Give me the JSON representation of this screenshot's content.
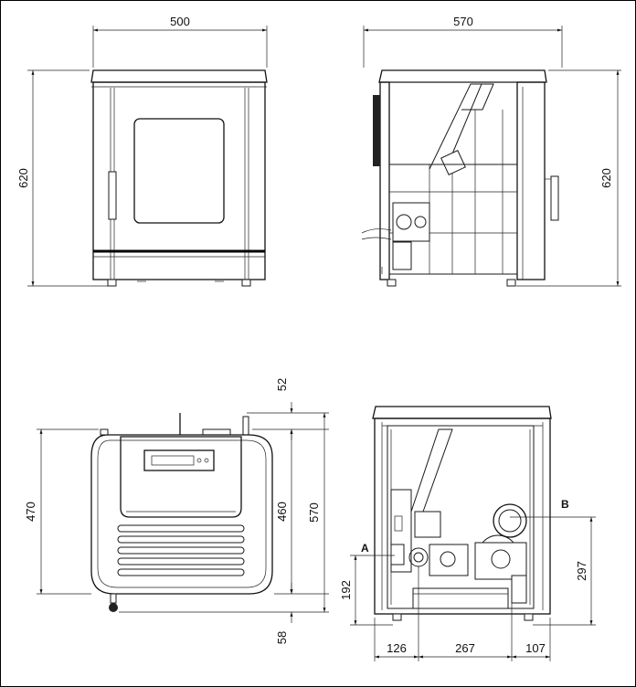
{
  "dimensions": {
    "front_width": "500",
    "front_height": "620",
    "side_depth": "570",
    "side_height": "620",
    "top_depth": "470",
    "top_rear_gap": "52",
    "top_body": "460",
    "top_total": "570",
    "top_front_gap": "58",
    "rear_a_height": "192",
    "rear_b_height": "297",
    "rear_left": "126",
    "rear_mid": "267",
    "rear_right": "107"
  },
  "labels": {
    "point_a": "A",
    "point_b": "B"
  }
}
